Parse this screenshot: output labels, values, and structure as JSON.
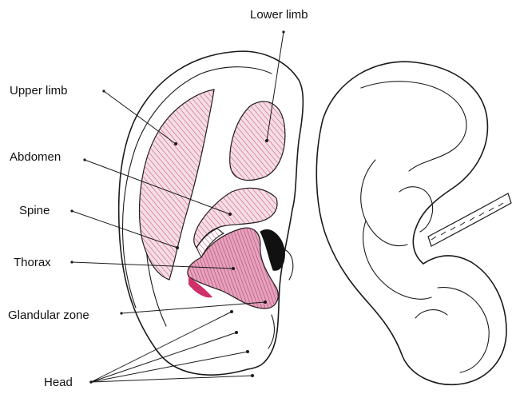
{
  "labels": {
    "lower_limb": "Lower limb",
    "upper_limb": "Upper limb",
    "abdomen": "Abdomen",
    "spine": "Spine",
    "thorax": "Thorax",
    "glandular_zone": "Glandular zone",
    "head": "Head"
  },
  "colors": {
    "zone_fill": "#f5dde6",
    "hatch": "#c3446f",
    "thorax_fill": "#e4a2bd",
    "dark_zone": "#111111"
  }
}
